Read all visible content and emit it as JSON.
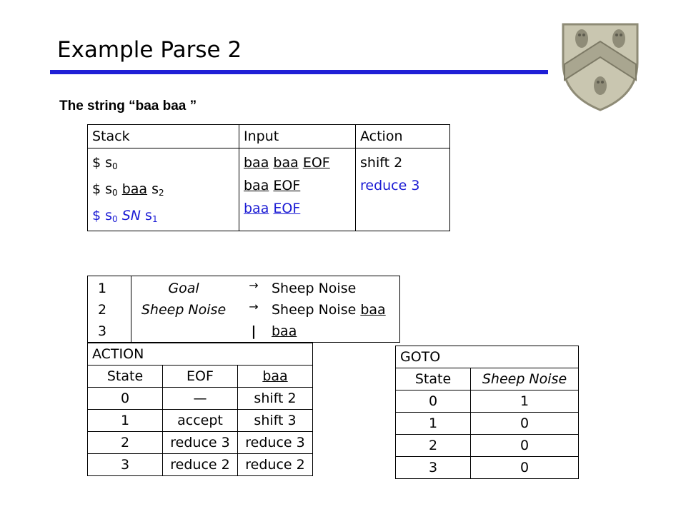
{
  "slide": {
    "title": "Example Parse 2",
    "subtitle": "The string “baa baa ”"
  },
  "parse_table": {
    "headers": [
      "Stack",
      "Input",
      "Action"
    ],
    "rows": [
      {
        "stack": "$ s0",
        "input": "baa baa EOF",
        "action": "shift 2"
      },
      {
        "stack": "$ s0 baa s2",
        "input": "baa EOF",
        "action": "reduce 3"
      },
      {
        "stack": "$ s0 SN s1",
        "input": "baa EOF",
        "action": ""
      }
    ]
  },
  "grammar": {
    "numbers": [
      "1",
      "2",
      "3"
    ],
    "lhs": [
      "Goal",
      "Sheep Noise",
      ""
    ],
    "arrows": [
      "→",
      "→",
      "|"
    ],
    "rhs": [
      "Sheep Noise",
      "Sheep Noise baa",
      "baa"
    ]
  },
  "action_table": {
    "title": "ACTION",
    "headers": [
      "State",
      "EOF",
      "baa"
    ],
    "rows": [
      [
        "0",
        "—",
        "shift 2"
      ],
      [
        "1",
        "accept",
        "shift 3"
      ],
      [
        "2",
        "reduce 3",
        "reduce 3"
      ],
      [
        "3",
        "reduce 2",
        "reduce 2"
      ]
    ]
  },
  "goto_table": {
    "title": "GOTO",
    "headers": [
      "State",
      "Sheep Noise"
    ],
    "rows": [
      [
        "0",
        "1"
      ],
      [
        "1",
        "0"
      ],
      [
        "2",
        "0"
      ],
      [
        "3",
        "0"
      ]
    ]
  },
  "colors": {
    "rule": "#1f1fd6",
    "highlight": "#1a1ad4",
    "crest": "#b8b59f"
  }
}
